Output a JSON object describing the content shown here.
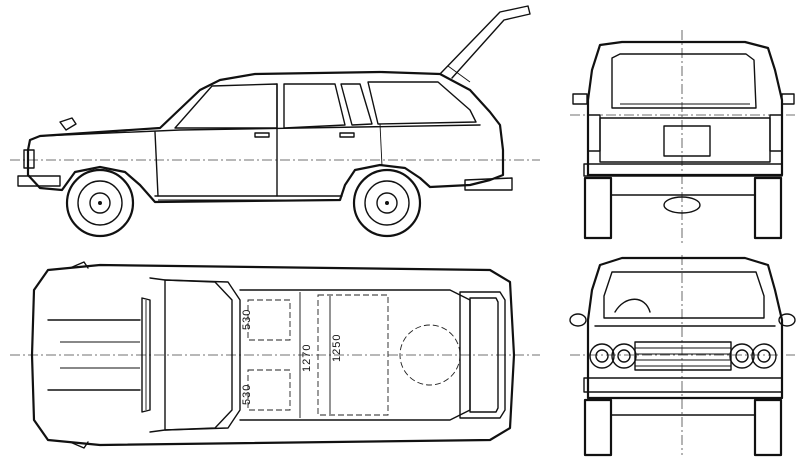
{
  "dimensions": {
    "seat_front": "530",
    "seat_rear": "530",
    "interior_width_front": "1270",
    "interior_width_rear": "1250"
  }
}
